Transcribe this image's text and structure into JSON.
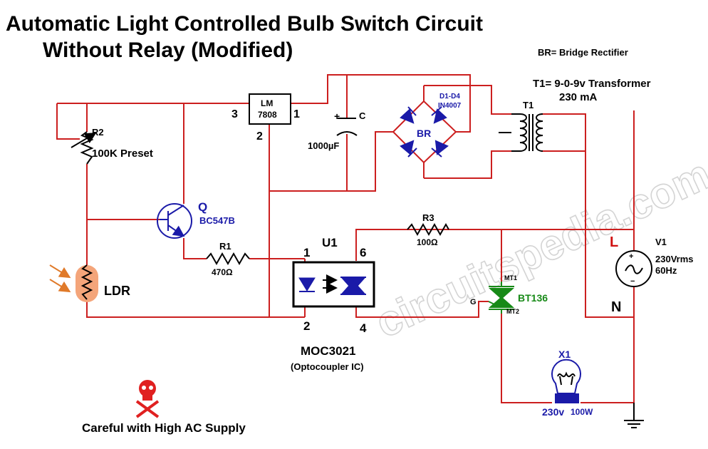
{
  "title": {
    "line1": "Automatic Light Controlled Bulb Switch Circuit",
    "line2": "Without Relay (Modified)"
  },
  "notes": {
    "br_note": "BR= Bridge Rectifier",
    "transformer_line1": "T1= 9-0-9v Transformer",
    "transformer_line2": "230 mA",
    "warning": "Careful with High AC Supply"
  },
  "watermark": "circuitspedia.com",
  "components": {
    "regulator": {
      "line1": "LM",
      "line2": "7808",
      "pin_in": "3",
      "pin_gnd": "2",
      "pin_out": "1"
    },
    "capacitor": {
      "name": "C",
      "value": "1000µF",
      "plus": "+"
    },
    "bridge": {
      "name": "BR",
      "diodes": "D1-D4",
      "diode_part": "IN4007"
    },
    "transformer": {
      "name": "T1"
    },
    "preset": {
      "name": "R2",
      "value": "100K Preset"
    },
    "transistor": {
      "name": "Q",
      "part": "BC547B"
    },
    "r1": {
      "name": "R1",
      "value": "470Ω"
    },
    "r3": {
      "name": "R3",
      "value": "100Ω"
    },
    "ldr": {
      "name": "LDR"
    },
    "opto": {
      "name": "U1",
      "part": "MOC3021",
      "desc": "(Optocoupler IC)",
      "pin1": "1",
      "pin2": "2",
      "pin6": "6",
      "pin4": "4"
    },
    "triac": {
      "part": "BT136",
      "mt1": "MT1",
      "mt2": "MT2",
      "gate": "G"
    },
    "source": {
      "name": "V1",
      "line1": "230Vrms",
      "line2": "60Hz",
      "live": "L",
      "neutral": "N"
    },
    "lamp": {
      "name": "X1",
      "voltage": "230v",
      "power": "100W"
    }
  },
  "colors": {
    "wire": "#cc1f1f",
    "component": "#000000",
    "semiconductor": "#1a1aa8",
    "triac": "#178a17",
    "ldr_fill": "#f4a57a",
    "arrows": "#e07a2a",
    "live_label": "#d01010",
    "warning_red": "#e02020"
  }
}
